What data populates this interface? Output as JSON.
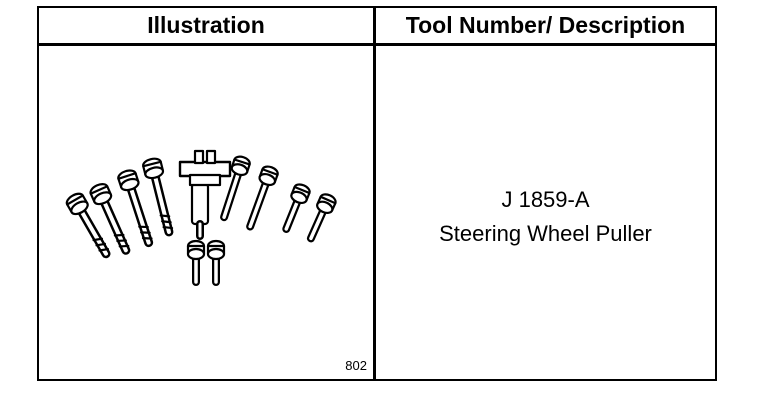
{
  "table": {
    "headers": {
      "illustration": "Illustration",
      "description": "Tool Number/ Description"
    },
    "row": {
      "figure_number": "802",
      "tool_number": "J 1859-A",
      "tool_description": "Steering Wheel Puller"
    }
  },
  "illustration": {
    "icon": "steering-wheel-puller-kit-icon",
    "color": "#000000"
  }
}
